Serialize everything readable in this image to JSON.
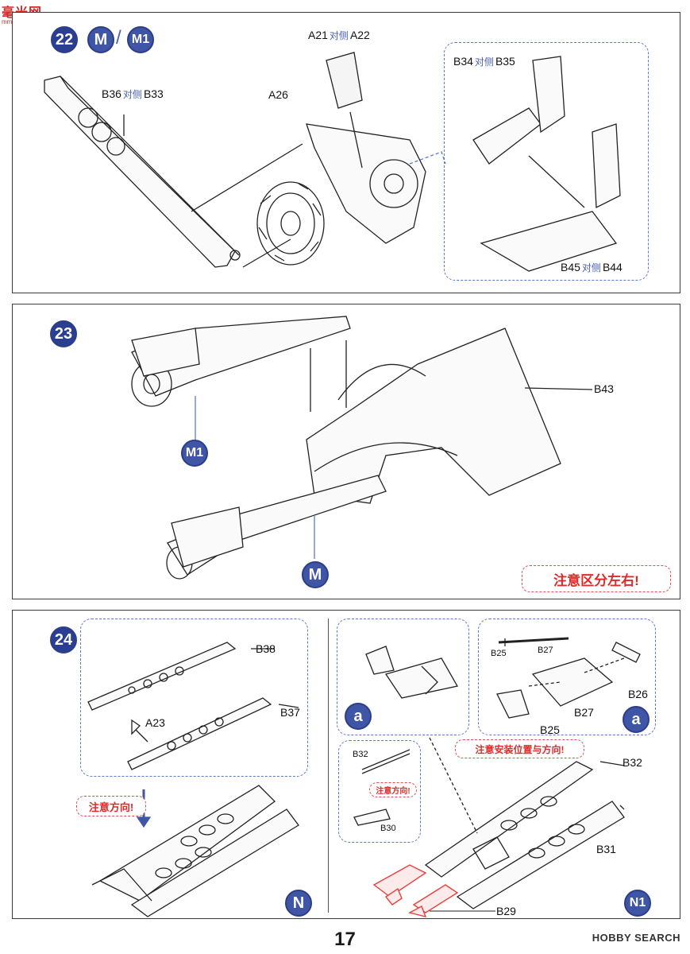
{
  "logo": {
    "text": "毫米网",
    "url": "mm-shou.com"
  },
  "page_number": "17",
  "watermark": "HOBBY SEARCH",
  "step22": {
    "number": "22",
    "variants": [
      "M",
      "M1"
    ],
    "separator": "/",
    "labels": {
      "a21": "A21",
      "a21_cn": "对侧",
      "a22": "A22",
      "b36": "B36",
      "b36_cn": "对侧",
      "b33": "B33",
      "a26": "A26",
      "b34": "B34",
      "b34_cn": "对侧",
      "b35": "B35",
      "b45": "B45",
      "b45_cn": "对侧",
      "b44": "B44"
    }
  },
  "step23": {
    "number": "23",
    "b43": "B43",
    "m1": "M1",
    "m": "M",
    "warning": "注意区分左右!"
  },
  "step24": {
    "number": "24",
    "b38": "B38",
    "a23": "A23",
    "b37": "B37",
    "direction_note": "注意方向!",
    "n": "N",
    "a_left": "a",
    "a_right": "a",
    "b25_top": "B25",
    "b27_top": "B27",
    "b26": "B26",
    "b27": "B27",
    "b25": "B25",
    "b32_small": "B32",
    "b30": "B30",
    "direction_note_small": "注意方向!",
    "install_note": "注意安装位置与方向!",
    "b32": "B32",
    "b31": "B31",
    "b29": "B29",
    "n1": "N1"
  },
  "colors": {
    "badge": "#3f55a6",
    "warning": "#e02a2a",
    "dash": "#5d79c9",
    "highlight_part": "#e8403a"
  }
}
